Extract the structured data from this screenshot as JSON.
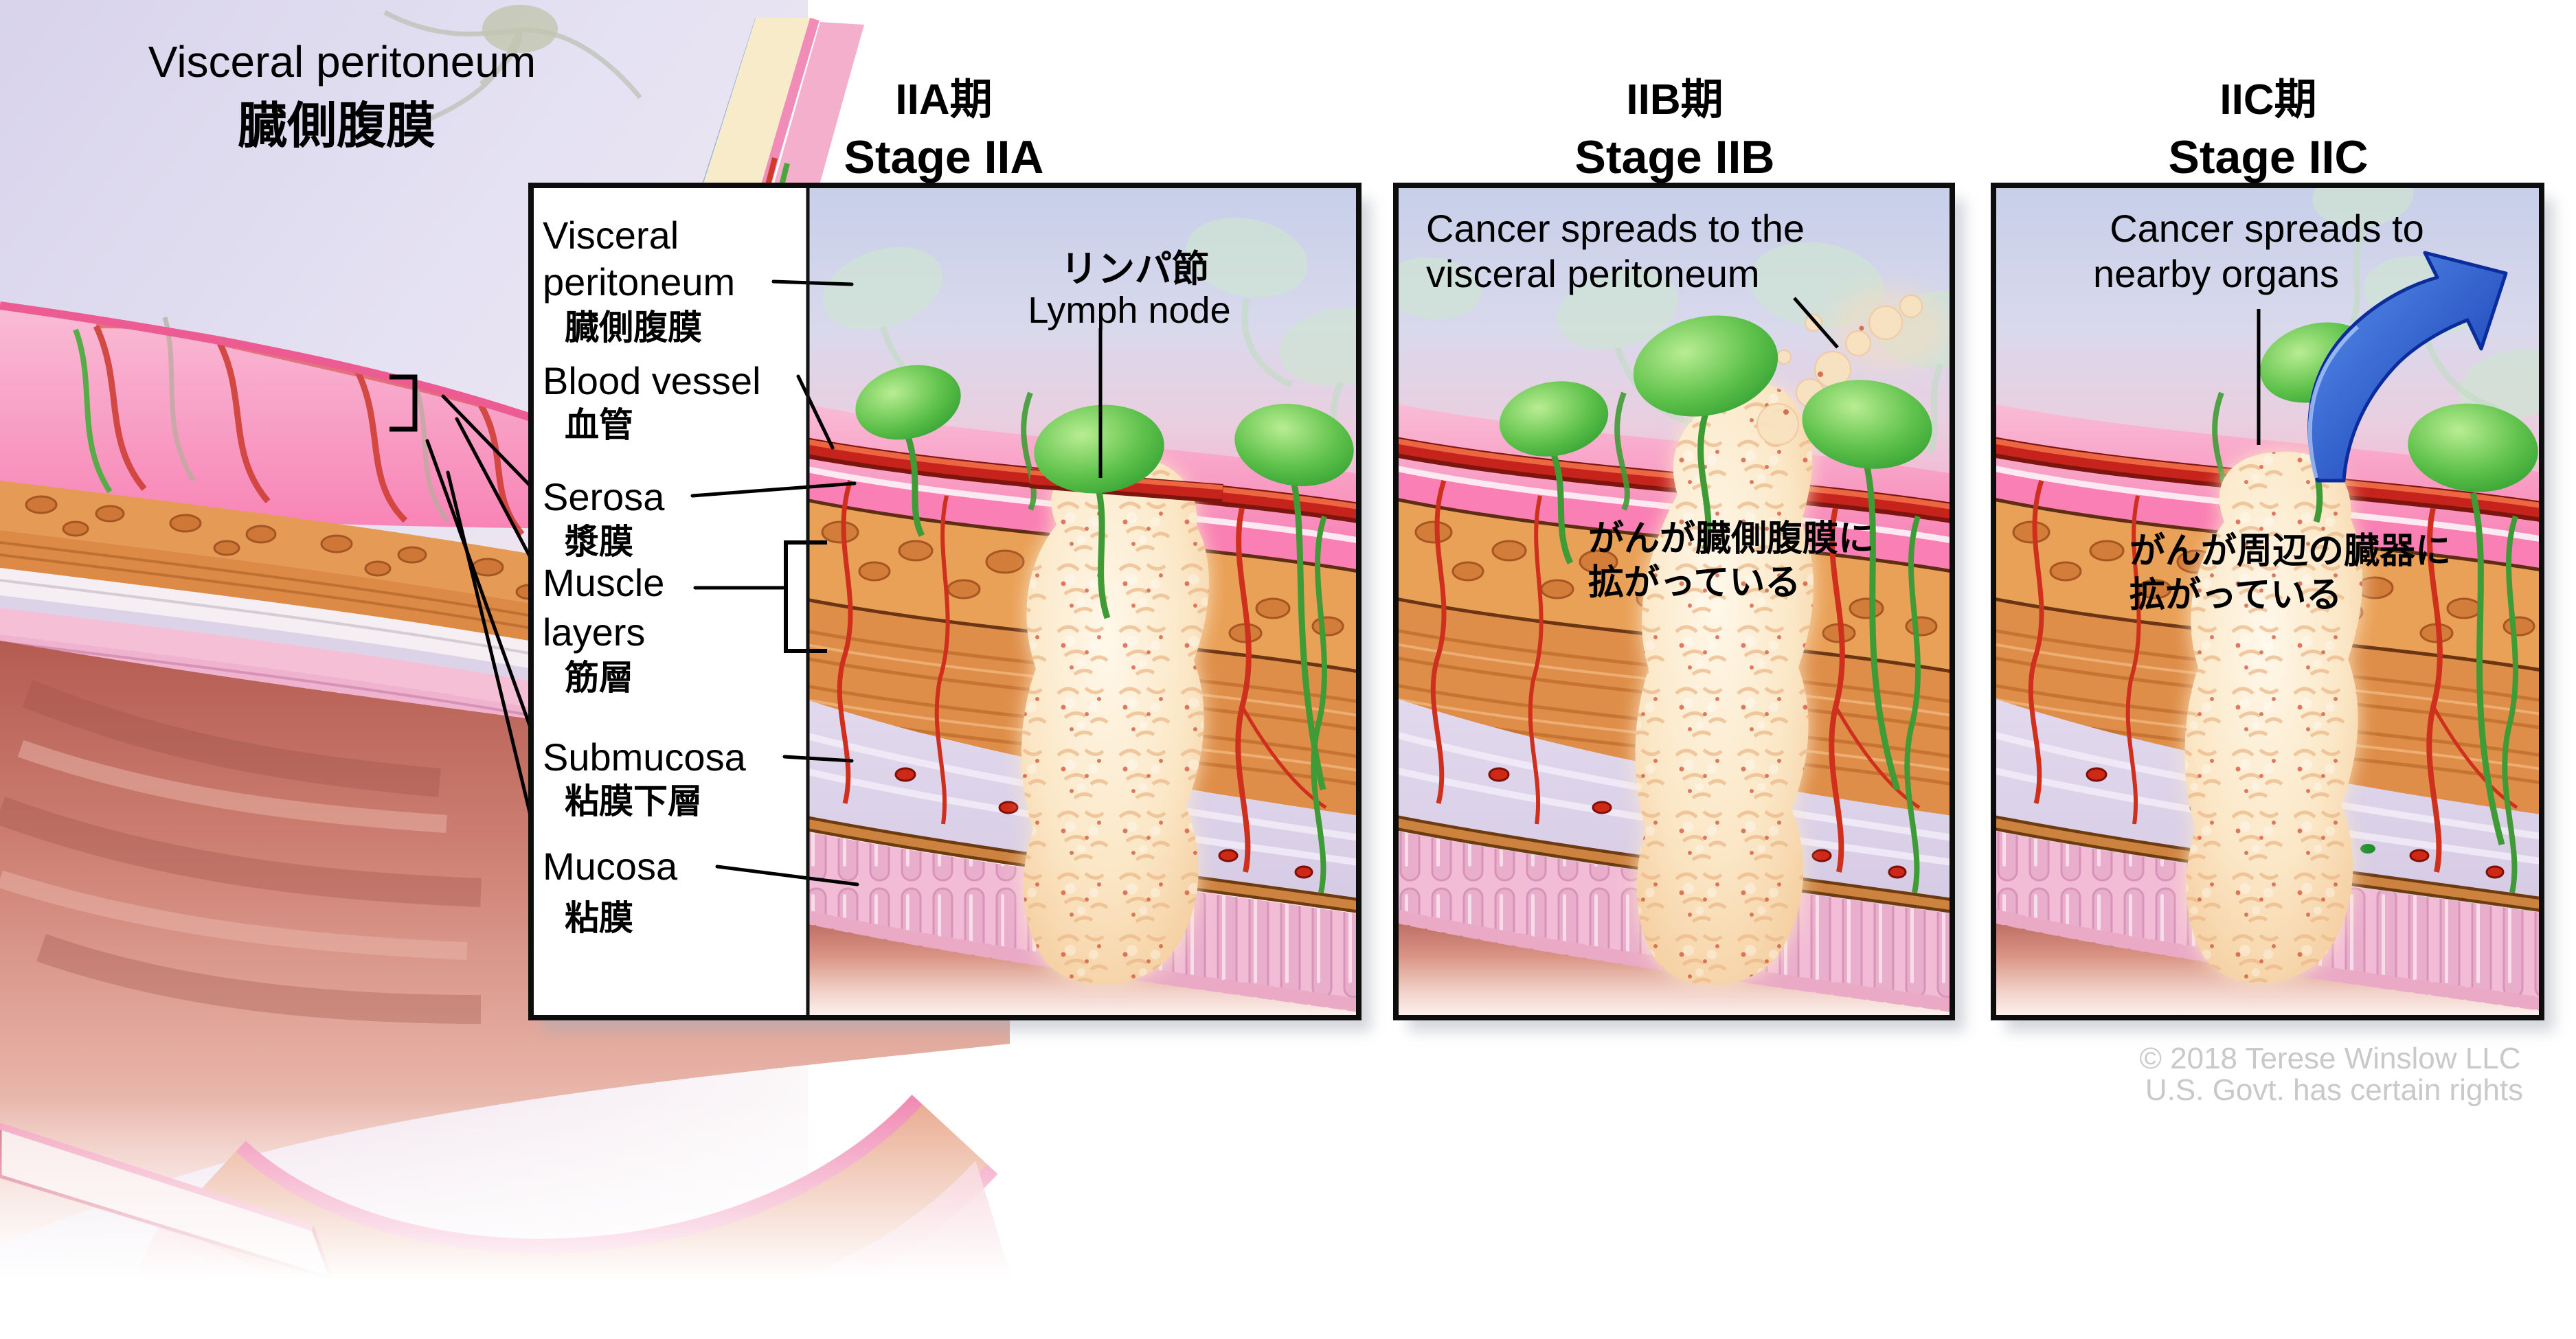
{
  "illustration": {
    "title_en": "Visceral peritoneum",
    "title_ja": "臓側腹膜"
  },
  "label_box": {
    "visceral_peritoneum_en_line1": "Visceral",
    "visceral_peritoneum_en_line2": "peritoneum",
    "visceral_peritoneum_ja": "臓側腹膜",
    "blood_vessel_en": "Blood vessel",
    "blood_vessel_ja": "血管",
    "serosa_en": "Serosa",
    "serosa_ja": "漿膜",
    "muscle_en_line1": "Muscle",
    "muscle_en_line2": "layers",
    "muscle_ja": "筋層",
    "submucosa_en": "Submucosa",
    "submucosa_ja": "粘膜下層",
    "mucosa_en": "Mucosa",
    "mucosa_ja": "粘膜"
  },
  "panels": [
    {
      "stage_title_ja": "IIA期",
      "stage_title_en": "Stage IIA",
      "lymph_node_label_ja": "リンパ節",
      "lymph_node_label_en": "Lymph node"
    },
    {
      "stage_title_ja": "IIB期",
      "stage_title_en": "Stage IIB",
      "caption_en_line1": "Cancer spreads to the",
      "caption_en_line2": "visceral peritoneum",
      "caption_ja_line1": "がんが臓側腹膜に",
      "caption_ja_line2": "拡がっている"
    },
    {
      "stage_title_ja": "IIC期",
      "stage_title_en": "Stage IIC",
      "caption_en_line1": "Cancer spreads to",
      "caption_en_line2": "nearby organs",
      "caption_ja_line1": "がんが周辺の臓器に",
      "caption_ja_line2": "拡がっている"
    }
  ],
  "copyright": {
    "line1": "© 2018 Terese Winslow LLC",
    "line2": "U.S. Govt. has certain rights"
  },
  "colors": {
    "lymph_node_green": "#3aa336",
    "faint_node_green": "#cfe3d2",
    "tumor_beige": "#f9e3c0",
    "blood_vessel_red": "#c6231c",
    "serosa_pink": "#f97fb4",
    "muscle_orange": "#e9a057",
    "submucosa_lavender": "#ded5ea",
    "mucosa_pink": "#f2bcd6",
    "lumen_rose": "#b5645a",
    "arrow_blue": "#1036b4",
    "copyright_gray": "#c9c9c9"
  }
}
